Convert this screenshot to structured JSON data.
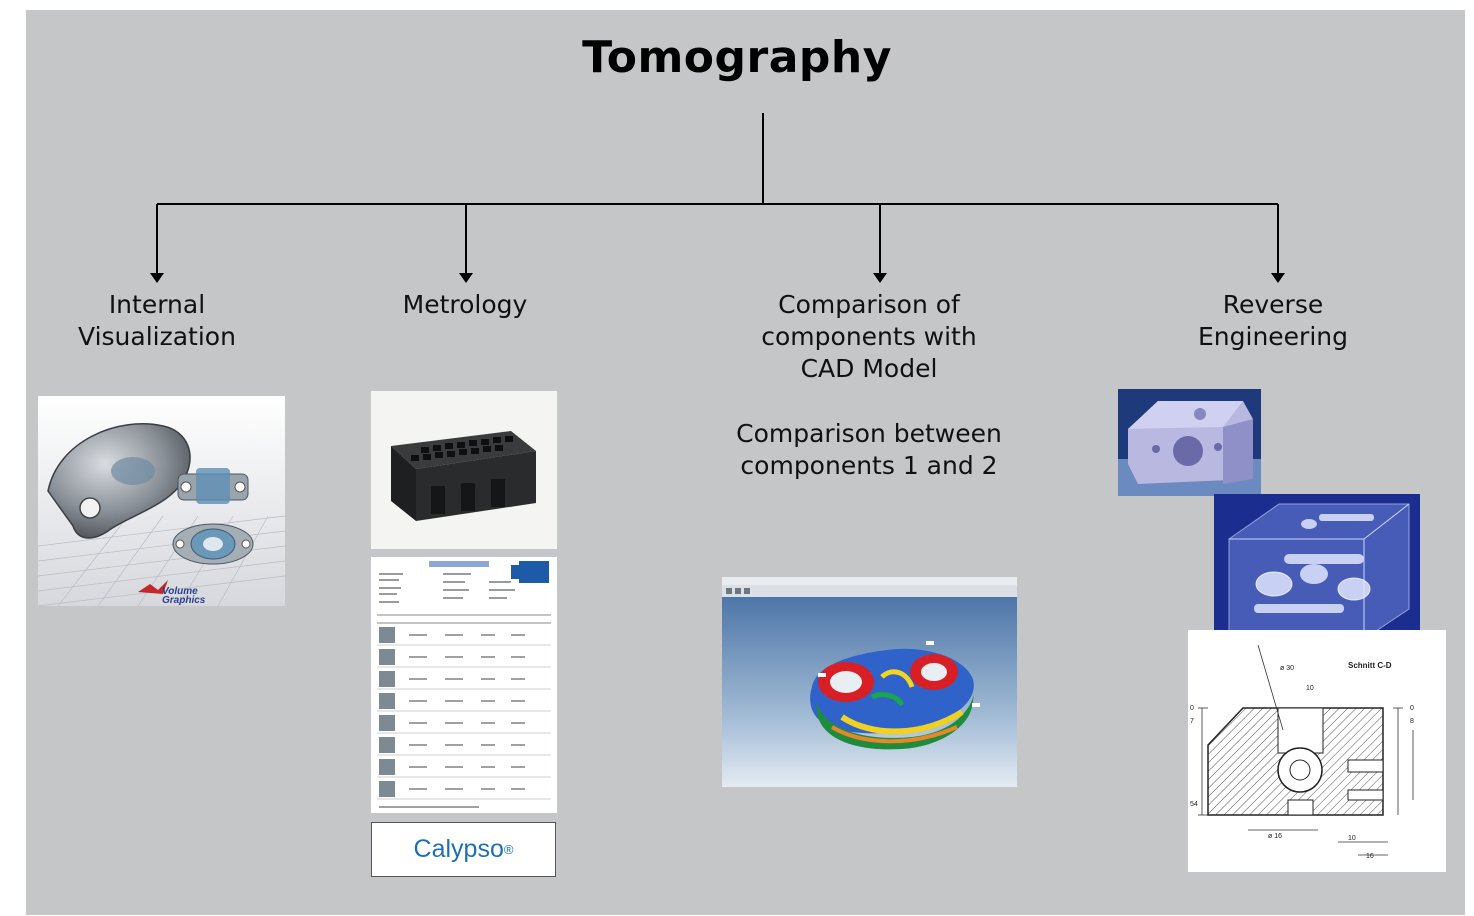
{
  "diagram": {
    "title": "Tomography",
    "branches": [
      {
        "label": "Internal\nVisualization"
      },
      {
        "label": "Metrology"
      },
      {
        "label": "Comparison of\ncomponents with\nCAD Model"
      },
      {
        "label": "Reverse\nEngineering"
      }
    ],
    "comparison_note": "Comparison between\ncomponents 1 and 2",
    "calypso": {
      "name": "Calypso",
      "mark": "®"
    },
    "colors": {
      "background": "#c5c6c8",
      "lines": "#000000",
      "calypso_text": "#1f6fb8"
    },
    "images": [
      {
        "icon": "casting-visualization-image",
        "branch": "Internal Visualization"
      },
      {
        "icon": "connector-part-image",
        "branch": "Metrology"
      },
      {
        "icon": "measurement-report-image",
        "branch": "Metrology"
      },
      {
        "icon": "cad-deviation-map-image",
        "branch": "Comparison of components with CAD Model"
      },
      {
        "icon": "block-model-image",
        "branch": "Reverse Engineering"
      },
      {
        "icon": "xray-block-image",
        "branch": "Reverse Engineering"
      },
      {
        "icon": "technical-drawing-image",
        "branch": "Reverse Engineering"
      }
    ]
  }
}
